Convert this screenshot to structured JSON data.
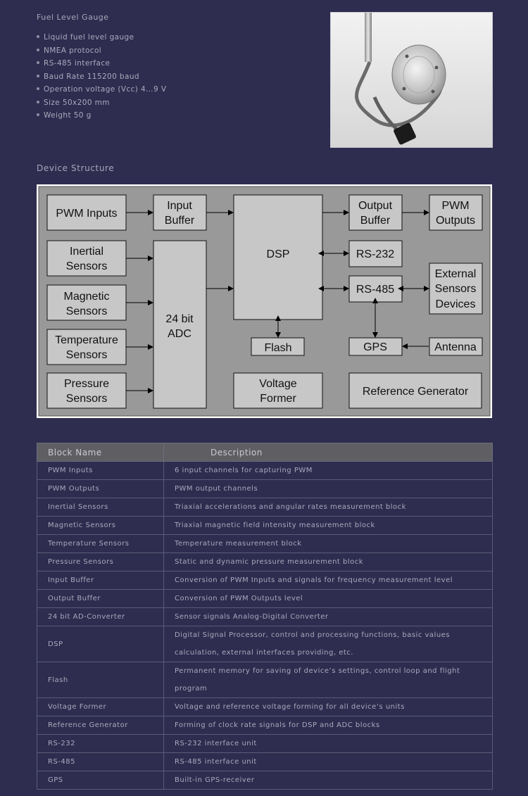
{
  "product": {
    "title": "Fuel Level Gauge",
    "features": [
      "Liquid fuel level gauge",
      "NMEA protocol",
      "RS-485 interface",
      "Baud Rate 115200 baud",
      "Operation voltage (Vcc) 4…9 V",
      "Size 50x200 mm",
      "Weight 50 g"
    ]
  },
  "section": {
    "title": "Device Structure"
  },
  "diagram": {
    "blocks": {
      "pwm_inputs": [
        "PWM Inputs"
      ],
      "input_buffer": [
        "Input",
        "Buffer"
      ],
      "inertial": [
        "Inertial",
        "Sensors"
      ],
      "magnetic": [
        "Magnetic",
        "Sensors"
      ],
      "temperature": [
        "Temperature",
        "Sensors"
      ],
      "pressure": [
        "Pressure",
        "Sensors"
      ],
      "adc": [
        "24 bit",
        "ADC"
      ],
      "dsp": [
        "DSP"
      ],
      "flash": [
        "Flash"
      ],
      "voltage_former": [
        "Voltage",
        "Former"
      ],
      "output_buffer": [
        "Output",
        "Buffer"
      ],
      "pwm_outputs": [
        "PWM",
        "Outputs"
      ],
      "rs232": [
        "RS-232"
      ],
      "rs485": [
        "RS-485"
      ],
      "external": [
        "External",
        "Sensors",
        "Devices"
      ],
      "gps": [
        "GPS"
      ],
      "antenna": [
        "Antenna"
      ],
      "reference_generator": [
        "Reference Generator"
      ]
    }
  },
  "table": {
    "headers": [
      "Block Name",
      "Description"
    ],
    "rows": [
      [
        "PWM Inputs",
        "6 input channels for capturing PWM"
      ],
      [
        "PWM Outputs",
        "PWM output channels"
      ],
      [
        "Inertial Sensors",
        "Triaxial accelerations and angular rates measurement block"
      ],
      [
        "Magnetic Sensors",
        "Triaxial magnetic field intensity measurement block"
      ],
      [
        "Temperature Sensors",
        "Temperature measurement block"
      ],
      [
        "Pressure Sensors",
        "Static and dynamic pressure measurement block"
      ],
      [
        "Input Buffer",
        "Conversion of PWM Inputs and signals for frequency measurement level"
      ],
      [
        "Output Buffer",
        "Conversion of PWM Outputs level"
      ],
      [
        "24 bit AD-Converter",
        "Sensor signals Analog-Digital Converter"
      ],
      [
        "DSP",
        "Digital Signal Processor, control and processing functions, basic values calculation, external interfaces providing, etc."
      ],
      [
        "Flash",
        "Permanent memory for saving of device’s settings, control loop and flight program"
      ],
      [
        "Voltage Former",
        "Voltage and reference voltage forming for all device’s units"
      ],
      [
        "Reference Generator",
        "Forming of clock rate signals for DSP and ADC blocks"
      ],
      [
        "RS-232",
        "RS-232 interface unit"
      ],
      [
        "RS-485",
        "RS-485 interface unit"
      ],
      [
        "GPS",
        "Built-in GPS-receiver"
      ]
    ]
  }
}
